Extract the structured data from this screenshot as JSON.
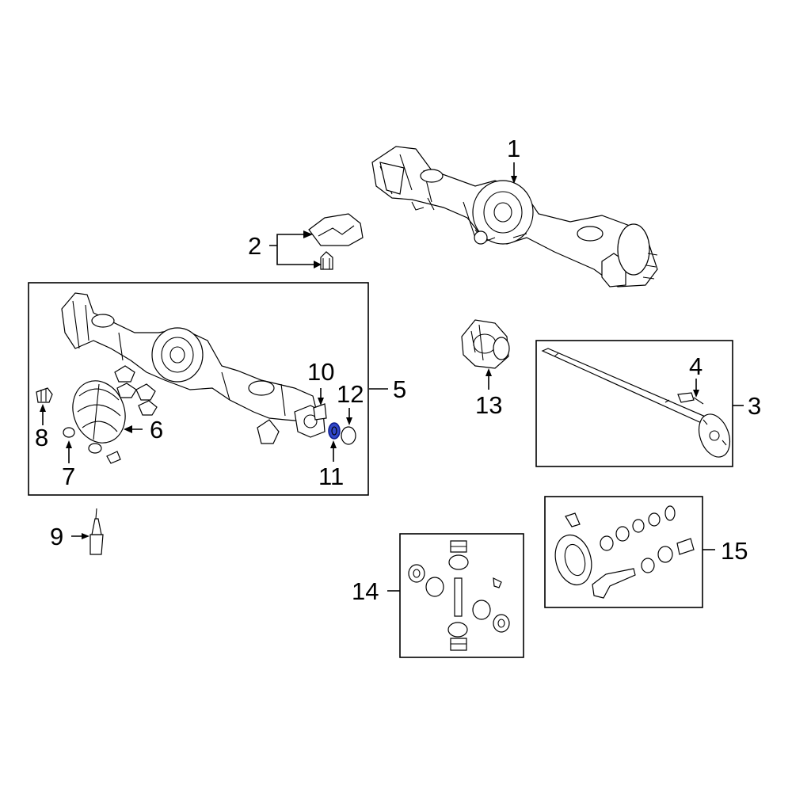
{
  "diagram": {
    "callouts": [
      {
        "id": "1",
        "text": "1"
      },
      {
        "id": "2",
        "text": "2"
      },
      {
        "id": "3",
        "text": "3"
      },
      {
        "id": "4",
        "text": "4"
      },
      {
        "id": "5",
        "text": "5"
      },
      {
        "id": "6",
        "text": "6"
      },
      {
        "id": "7",
        "text": "7"
      },
      {
        "id": "8",
        "text": "8"
      },
      {
        "id": "9",
        "text": "9"
      },
      {
        "id": "10",
        "text": "10"
      },
      {
        "id": "11",
        "text": "11"
      },
      {
        "id": "12",
        "text": "12"
      },
      {
        "id": "13",
        "text": "13"
      },
      {
        "id": "14",
        "text": "14"
      },
      {
        "id": "15",
        "text": "15"
      }
    ],
    "highlight_color": "#3047c9",
    "highlighted_part": "11"
  }
}
